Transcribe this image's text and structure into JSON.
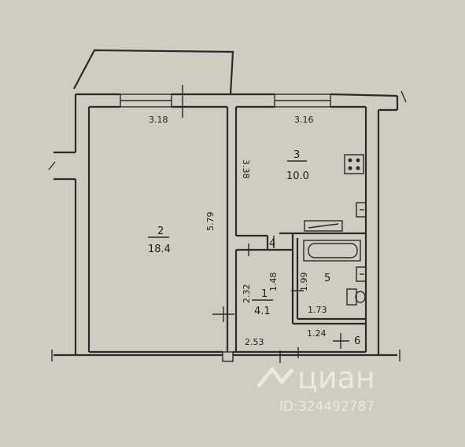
{
  "rooms": {
    "room_1": {
      "number": "1",
      "area": "4.1"
    },
    "room_2": {
      "number": "2",
      "area": "18.4"
    },
    "room_3": {
      "number": "3",
      "area": "10.0"
    },
    "room_4": {
      "number": "4"
    },
    "room_5": {
      "number": "5"
    },
    "room_6": {
      "number": "6"
    }
  },
  "dimensions": {
    "room2_width": "3.18",
    "room3_width": "3.16",
    "room3_length": "3.38",
    "room2_length": "5.79",
    "hall_length": "2.32",
    "closet_length": "1.48",
    "bath_length": "1.99",
    "bath_width": "1.73",
    "closet_width": "1.24",
    "hall_width": "2.53"
  },
  "watermark": {
    "brand": "циан",
    "id": "ID:324492787"
  }
}
